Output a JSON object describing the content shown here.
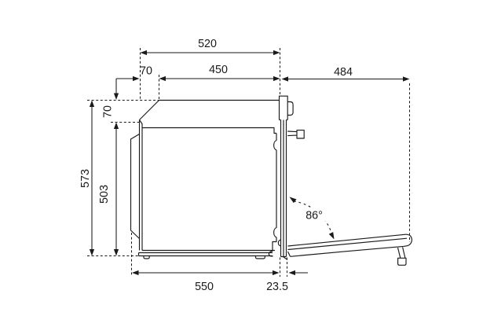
{
  "diagram": {
    "subject": "built-in-oven-side-view-installation-dimensions",
    "background_color": "#ffffff",
    "line_color": "#1a1a1a"
  },
  "dimensions": {
    "top_width": "520",
    "top_inset": "70",
    "inner_width": "450",
    "door_open_depth": "484",
    "total_height": "573",
    "front_inset": "70",
    "inner_height": "503",
    "door_angle": "86°",
    "bottom_width": "550",
    "door_thickness": "23.5"
  }
}
